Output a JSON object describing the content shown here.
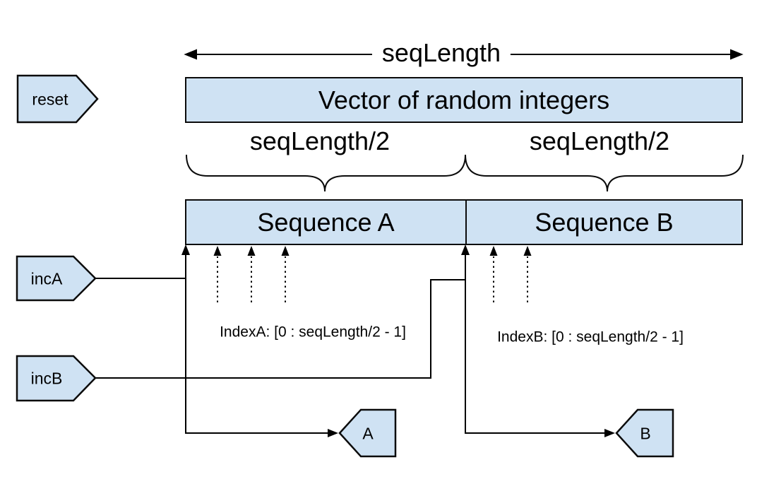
{
  "labels": {
    "seq_length": "seqLength",
    "vector_box": "Vector of random integers",
    "half_left": "seqLength/2",
    "half_right": "seqLength/2",
    "sequence_a": "Sequence A",
    "sequence_b": "Sequence B",
    "index_a": "IndexA: [0 : seqLength/2 - 1]",
    "index_b": "IndexB: [0 : seqLength/2 - 1]",
    "reset": "reset",
    "inc_a": "incA",
    "inc_b": "incB",
    "out_a": "A",
    "out_b": "B"
  },
  "colors": {
    "shape_fill": "#cfe2f3",
    "shape_stroke": "#0b0b0b",
    "wire": "#000000",
    "text": "#000000",
    "background": "#ffffff"
  }
}
